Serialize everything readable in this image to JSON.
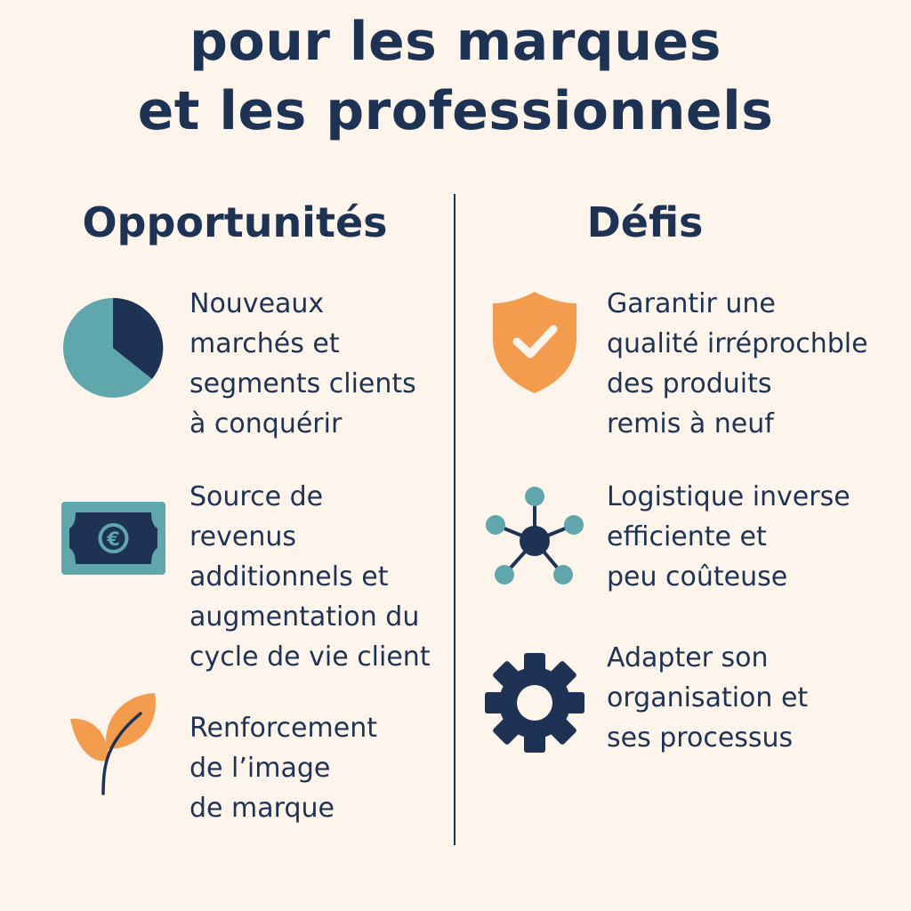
{
  "title": {
    "line1": "pour les marques",
    "line2": "et les professionnels"
  },
  "colors": {
    "background": "#fdf4ec",
    "navy": "#1e3354",
    "teal": "#5fa6ad",
    "orange": "#f49c4e"
  },
  "opportunites": {
    "heading": "Opportunités",
    "items": [
      {
        "icon": "pie-chart-icon",
        "lines": [
          "Nouveaux",
          "marchés et",
          "segments clients",
          "à conquérir"
        ]
      },
      {
        "icon": "euro-banknote-icon",
        "symbol": "€",
        "lines": [
          "Source de",
          "revenus",
          "additionnels et",
          "augmentation du",
          "cycle de vie client"
        ]
      },
      {
        "icon": "leaf-sprout-icon",
        "lines": [
          "Renforcement",
          "de l’image",
          "de marque"
        ]
      }
    ]
  },
  "defis": {
    "heading": "Défis",
    "items": [
      {
        "icon": "shield-check-icon",
        "lines": [
          "Garantir une",
          "qualité irréprochble",
          "des produits",
          "remis à neuf"
        ]
      },
      {
        "icon": "network-hub-icon",
        "lines": [
          "Logistique inverse",
          "efficiente et",
          "peu coûteuse"
        ]
      },
      {
        "icon": "gear-icon",
        "lines": [
          "Adapter son",
          "organisation et",
          "ses processus"
        ]
      }
    ]
  }
}
